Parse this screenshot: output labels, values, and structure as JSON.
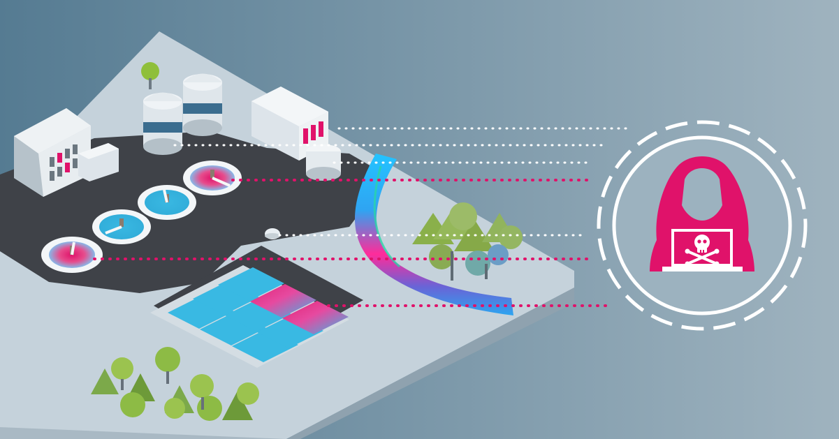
{
  "scene": {
    "type": "isometric-illustration",
    "subject": "water-treatment-plant-cyberattack"
  },
  "colors": {
    "background_left": "#557b92",
    "background_right": "#9fb3bf",
    "platform_top": "#c5d2db",
    "platform_side": "#8fa2af",
    "asphalt": "#3e4147",
    "water_blue": "#35b9e4",
    "threat_pink": "#e0126a",
    "tree_light": "#8fbf3b",
    "tree_mid": "#6c9c2f",
    "tree_dark": "#4f7b26",
    "building_light": "#e9edf0",
    "building_mid": "#c9d2d9",
    "building_dark": "#7d8c97"
  },
  "icons": [
    "office-building-icon",
    "storage-tank-icon",
    "clarifier-tank-icon",
    "filter-bed-icon",
    "tree-icon",
    "hacker-icon",
    "skull-crossbones-icon",
    "laptop-icon"
  ],
  "threat": {
    "status": "compromised"
  }
}
